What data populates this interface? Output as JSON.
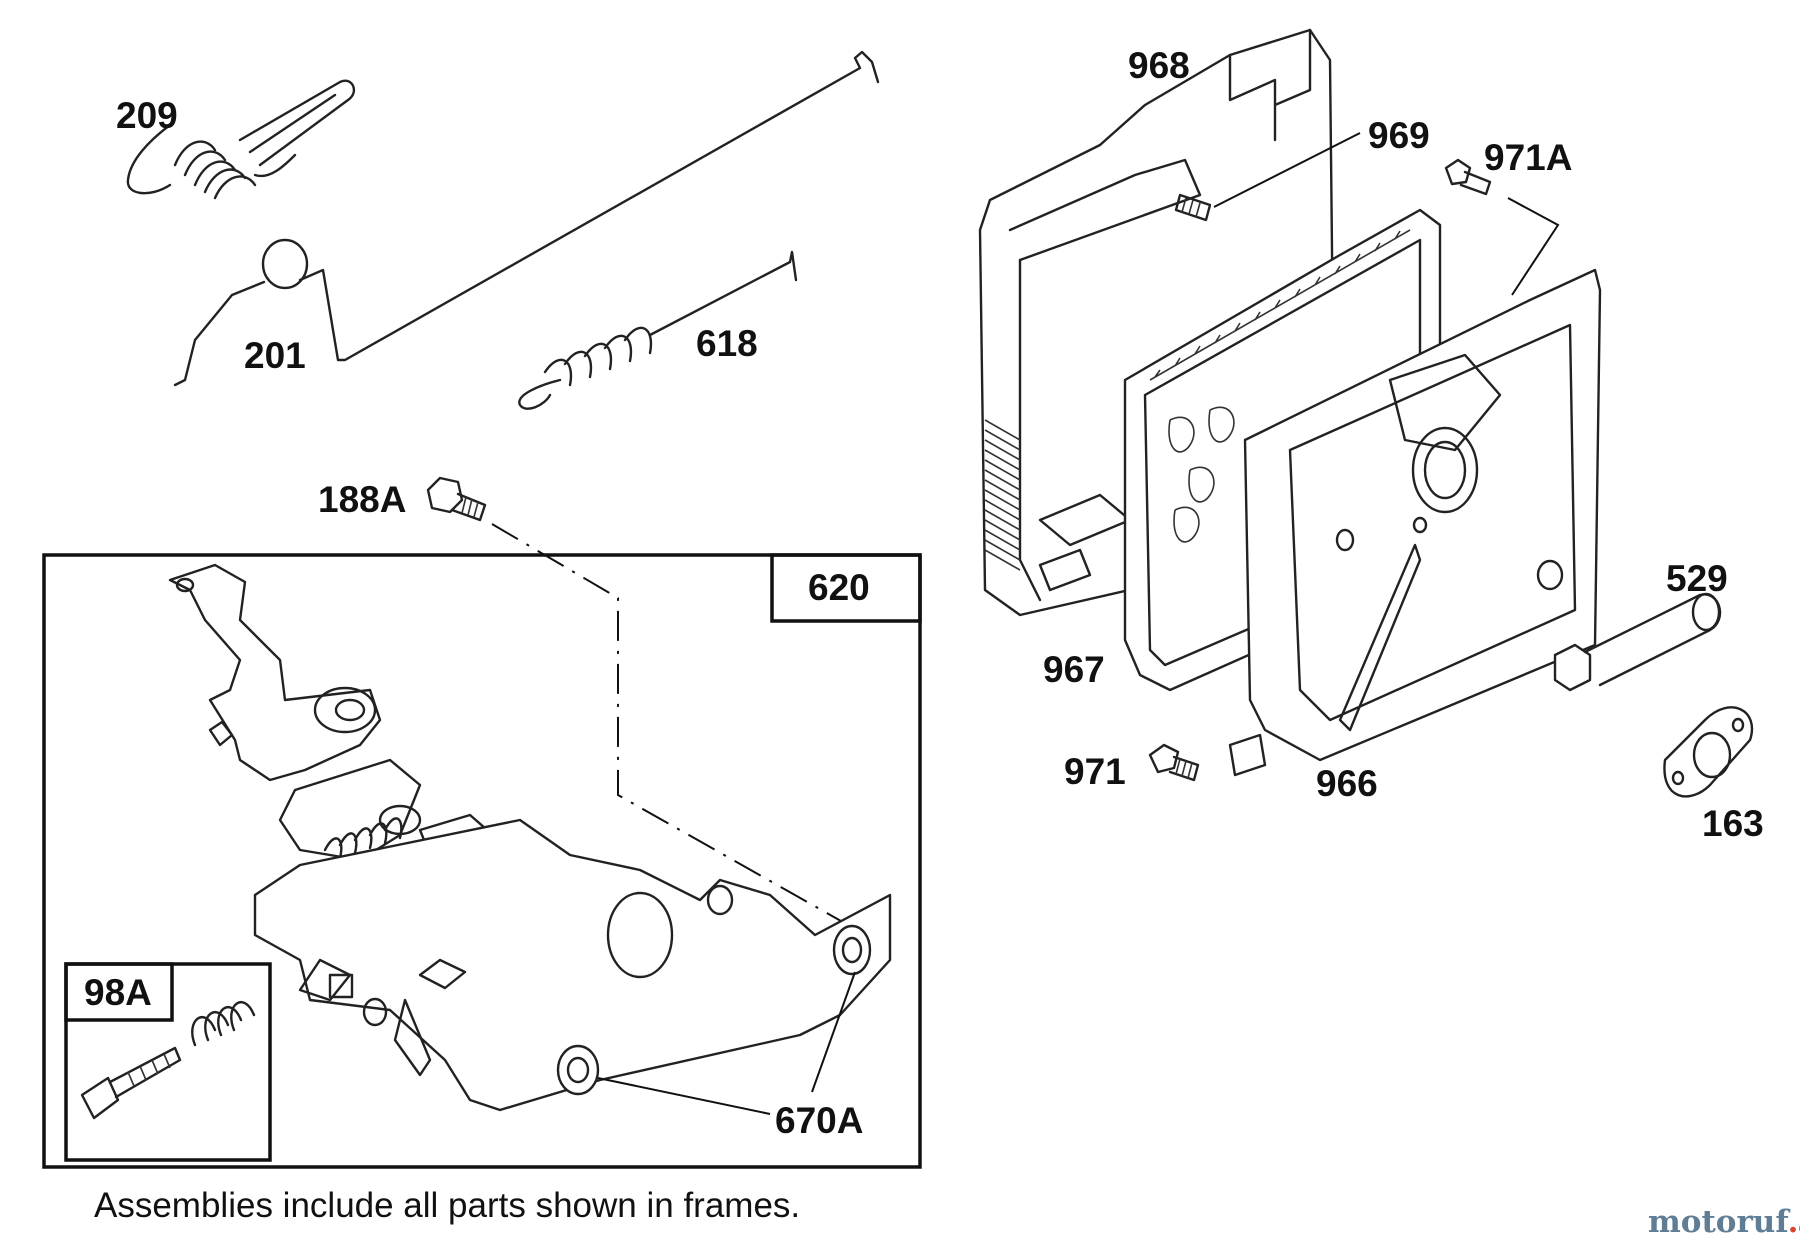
{
  "labels": {
    "p209": "209",
    "p201": "201",
    "p618": "618",
    "p188A": "188A",
    "p620": "620",
    "p98A": "98A",
    "p670A": "670A",
    "p968": "968",
    "p969": "969",
    "p971A": "971A",
    "p967": "967",
    "p971": "971",
    "p966": "966",
    "p529": "529",
    "p163": "163"
  },
  "footnote": "Assemblies include all parts shown in frames.",
  "watermark": {
    "name": "motoruf",
    "tld": "de"
  },
  "colors": {
    "line": "#222222",
    "watermark_text": "#5f7e96",
    "watermark_dot": "#d8452e"
  }
}
